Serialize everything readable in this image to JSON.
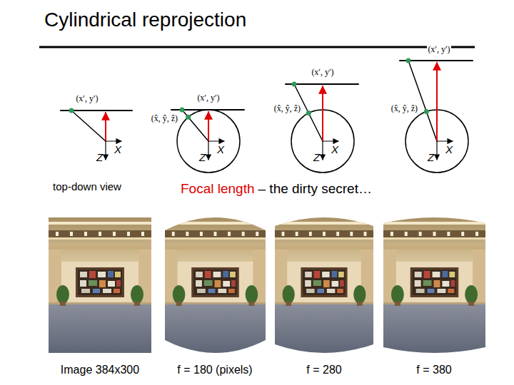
{
  "diagram": {
    "title": "Cylindrical reprojection",
    "labels": [
      "(x′, y′)",
      "X",
      "Z",
      "(x′, y′)",
      "(x̂, ŷ, ẑ)",
      "X",
      "Z",
      "(x′, y′)",
      "(x̂, ŷ, ẑ)",
      "X",
      "Z",
      "(x′, y′)",
      "(x̂, ŷ, ẑ)",
      "X",
      "Z",
      "top-down view",
      "Focal length",
      "– the dirty secret…",
      "Image 384x300",
      "f = 180 (pixels)",
      "f = 280",
      "f = 380"
    ]
  }
}
